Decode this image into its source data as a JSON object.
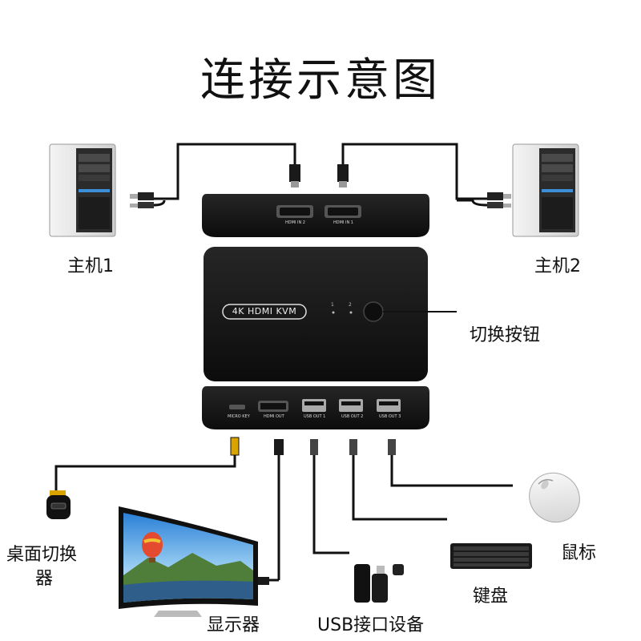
{
  "title": "连接示意图",
  "labels": {
    "host1": "主机1",
    "host2": "主机2",
    "switch_button": "切换按钮",
    "desk_switch_line1": "桌面切换",
    "desk_switch_line2": "器",
    "monitor": "显示器",
    "usb_device": "USB接口设备",
    "keyboard": "键盘",
    "mouse": "鼠标"
  },
  "device": {
    "brand_label": "4K HDMI KVM",
    "led_1": "1",
    "led_2": "2",
    "top_ports": [
      "HDMI IN 2",
      "HDMI IN 1"
    ],
    "bottom_ports": [
      "MICRO KEY",
      "HDMI OUT",
      "USB OUT 1",
      "USB OUT 2",
      "USB OUT 3"
    ]
  },
  "colors": {
    "device_body": "#161616",
    "cable": "#111111",
    "desk_cable": "#d9a400",
    "case_body": "#e6e6e6",
    "usb_blue": "#3c8fd6"
  }
}
